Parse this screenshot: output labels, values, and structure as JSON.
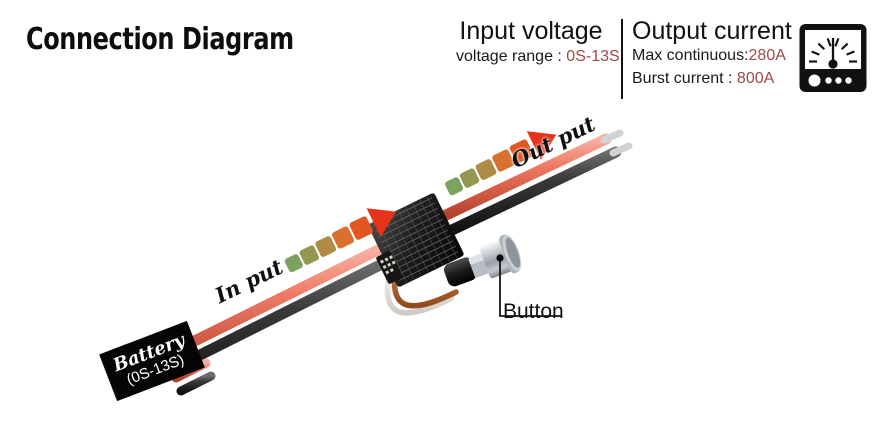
{
  "header": {
    "title": "Connection Diagram"
  },
  "specs": {
    "input": {
      "heading": "Input voltage",
      "row_label": "voltage range : ",
      "row_value": "0S-13S"
    },
    "output": {
      "heading": "Output current",
      "rows": [
        {
          "label": "Max continuous:",
          "value": "280A"
        },
        {
          "label": "Burst current : ",
          "value": "800A"
        }
      ]
    },
    "icon": "ammeter-gauge-icon",
    "value_color": "#9e4a44"
  },
  "diagram": {
    "labels": {
      "input": "In put",
      "output": "Out put",
      "button": "Button"
    },
    "battery": {
      "name": "Battery",
      "cells": "(0S-13S)"
    },
    "arrow_segment_colors": [
      "#7ba35f",
      "#93974f",
      "#b08a47",
      "#d9702f",
      "#e2561f"
    ],
    "arrow_head_color": "#e8331c",
    "wire_colors": {
      "positive": "#e8705c",
      "negative": "#2a2a2a",
      "signal_a": "#e8e4df",
      "signal_b": "#b5632c"
    }
  }
}
